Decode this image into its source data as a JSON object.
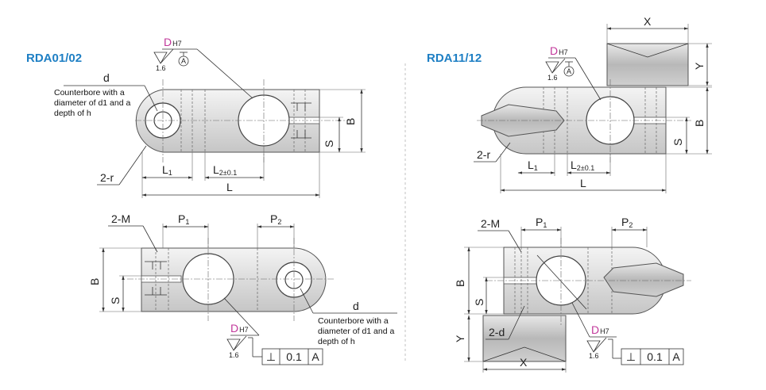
{
  "left": {
    "title": "RDA01/02",
    "top_view": {
      "bore": "D",
      "bore_tol": "H7",
      "roughness": "1.6",
      "datum": "A",
      "d_label": "d",
      "counterbore_note": [
        "Counterbore with a",
        "diameter of d1 and a",
        "depth of h"
      ],
      "r_label": "2-r",
      "l1": "L",
      "l1_sub": "1",
      "l2": "L",
      "l2_sub": "2±0.1",
      "l": "L",
      "b": "B",
      "s": "S"
    },
    "bottom_view": {
      "m_label": "2-M",
      "p1": "P",
      "p1_sub": "1",
      "p2": "P",
      "p2_sub": "2",
      "b": "B",
      "s": "S",
      "d_label": "d",
      "counterbore_note": [
        "Counterbore with a",
        "diameter of d1 and a",
        "depth of h"
      ],
      "bore": "D",
      "bore_tol": "H7",
      "roughness": "1.6",
      "perp_symbol": "⊥",
      "perp_value": "0.1",
      "perp_datum": "A"
    }
  },
  "right": {
    "title": "RDA11/12",
    "top_view": {
      "bore": "D",
      "bore_tol": "H7",
      "roughness": "1.6",
      "datum": "A",
      "x": "X",
      "y": "Y",
      "r_label": "2-r",
      "l1": "L",
      "l1_sub": "1",
      "l2": "L",
      "l2_sub": "2±0.1",
      "l": "L",
      "b": "B",
      "s": "S"
    },
    "bottom_view": {
      "m_label": "2-M",
      "p1": "P",
      "p1_sub": "1",
      "p2": "P",
      "p2_sub": "2",
      "b": "B",
      "s": "S",
      "y": "Y",
      "d_label": "2-d",
      "x": "X",
      "bore": "D",
      "bore_tol": "H7",
      "roughness": "1.6",
      "perp_symbol": "⊥",
      "perp_value": "0.1",
      "perp_datum": "A"
    }
  }
}
